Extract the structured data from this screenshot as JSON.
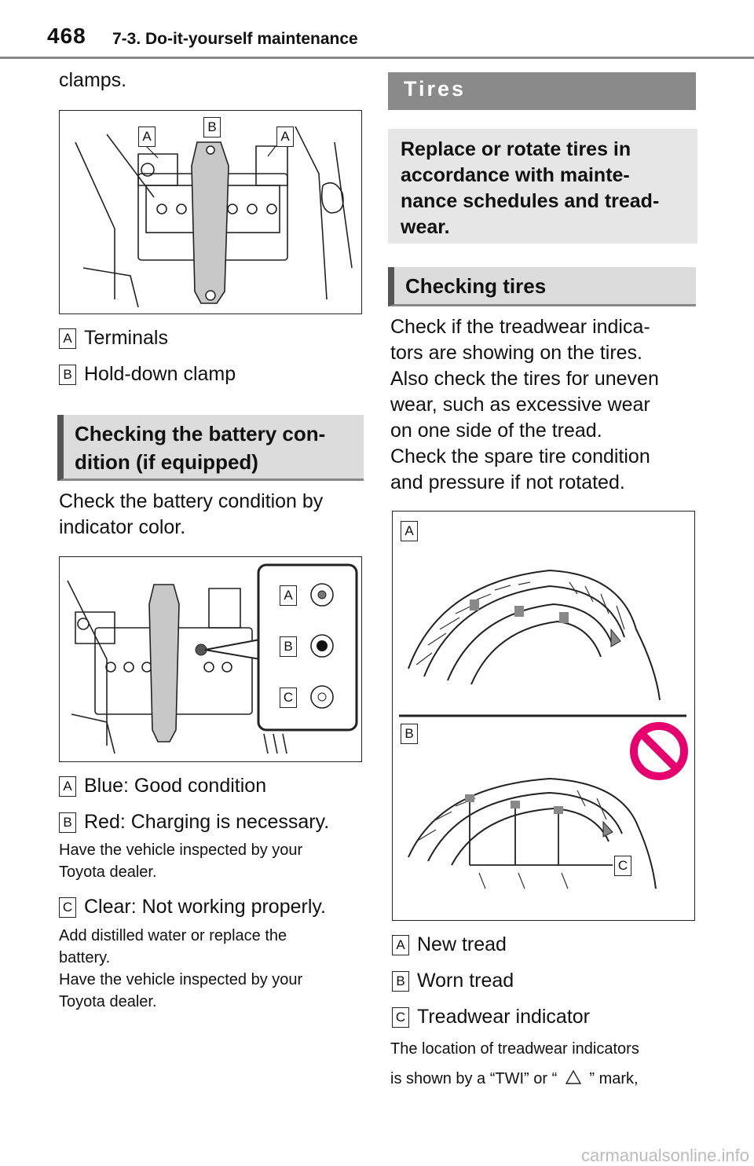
{
  "header": {
    "page_number": "468",
    "section": "7-3. Do-it-yourself maintenance"
  },
  "left": {
    "intro": "clamps.",
    "fig1_labels": {
      "a": "A",
      "b": "B"
    },
    "legend1": [
      {
        "key": "A",
        "text": "Terminals"
      },
      {
        "key": "B",
        "text": "Hold-down clamp"
      }
    ],
    "heading": "Checking the battery con-dition (if equipped)",
    "heading_line1": "Checking the battery con-",
    "heading_line2": "dition (if equipped)",
    "para_line1": "Check the battery condition by",
    "para_line2": "indicator color.",
    "fig2_labels": {
      "a": "A",
      "b": "B",
      "c": "C"
    },
    "legend2": [
      {
        "key": "A",
        "text": "Blue: Good condition"
      },
      {
        "key": "B",
        "text": "Red: Charging is necessary."
      },
      {
        "key": "C",
        "text": "Clear: Not working properly."
      }
    ],
    "note_b_line1": "Have the vehicle inspected by your",
    "note_b_line2": "Toyota dealer.",
    "note_c_line1": "Add distilled water or replace the",
    "note_c_line2": "battery.",
    "note_c_line3": "Have the vehicle inspected by your",
    "note_c_line4": "Toyota dealer."
  },
  "right": {
    "bar_title": "Tires",
    "note_lines": [
      "Replace or rotate tires in",
      "accordance with mainte-",
      "nance schedules and tread-",
      "wear."
    ],
    "heading": "Checking tires",
    "para_lines": [
      "Check if the treadwear indica-",
      "tors are showing on the tires.",
      "Also check the tires for uneven",
      "wear, such as excessive wear",
      "on one side of the tread.",
      "Check the spare tire condition",
      "and pressure if not rotated."
    ],
    "fig_labels": {
      "a": "A",
      "b": "B",
      "c": "C"
    },
    "legend": [
      {
        "key": "A",
        "text": "New tread"
      },
      {
        "key": "B",
        "text": "Worn tread"
      },
      {
        "key": "C",
        "text": "Treadwear indicator"
      }
    ],
    "final_line1": "The location of treadwear indicators",
    "final_line2a": "is shown by a “TWI” or “",
    "final_line2b": "” mark,"
  },
  "footer": "carmanualsonline.info",
  "colors": {
    "heading_bg": "#dcdcdc",
    "bar_bg": "#8a8a8a",
    "note_bg": "#e6e6e6",
    "no_sign": "#e6006e"
  }
}
